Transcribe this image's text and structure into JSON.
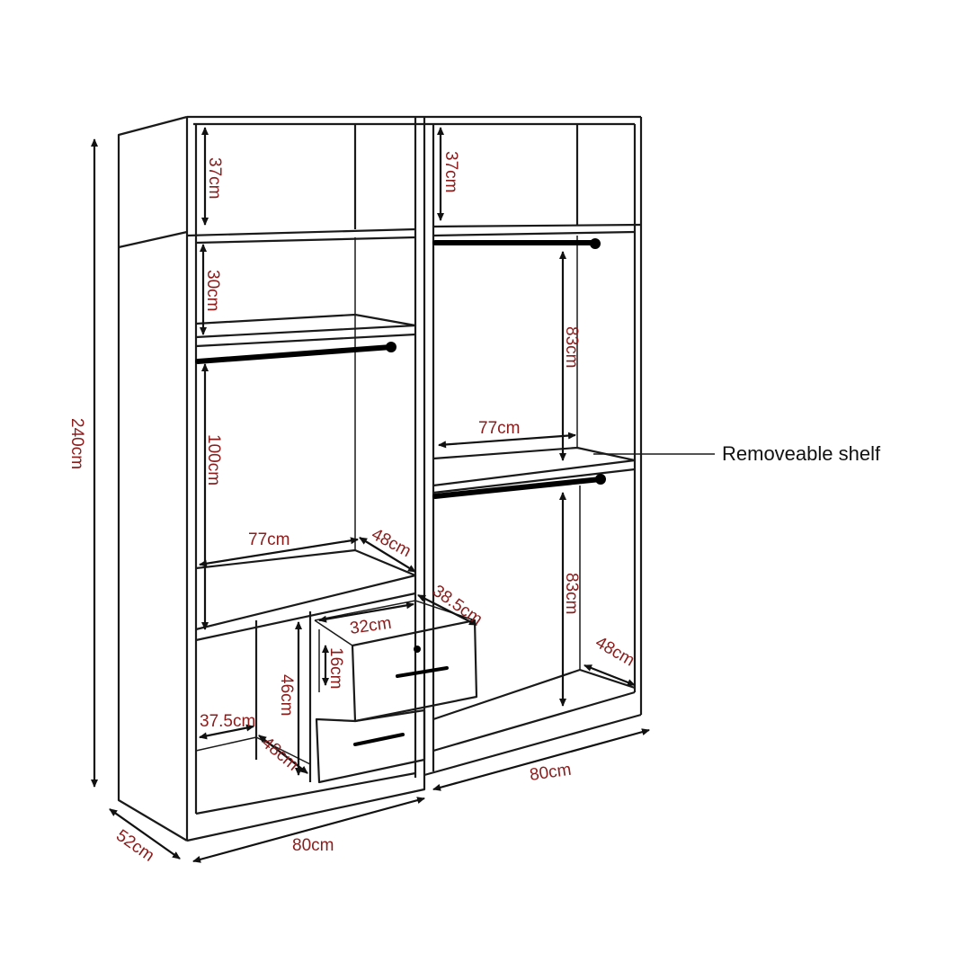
{
  "diagram": {
    "colors": {
      "dimension_text": "#8b1c1c",
      "lines": "#1a1a1a"
    },
    "labels": {
      "total_height": "240cm",
      "left_top_compartment": "37cm",
      "right_top_compartment": "37cm",
      "left_upper_shelf": "30cm",
      "left_hanging_height": "100cm",
      "left_shelf_width": "77cm",
      "left_shelf_depth": "48cm",
      "right_upper_hanging": "83cm",
      "right_shelf_width": "77cm",
      "right_lower_hanging": "83cm",
      "right_floor_depth": "48cm",
      "drawer_depth": "38.5cm",
      "drawer_width": "32cm",
      "drawer_height": "16cm",
      "lower_compartment_height": "46cm",
      "lower_compartment_width": "37.5cm",
      "lower_compartment_depth": "48cm",
      "left_unit_width": "80cm",
      "right_unit_width": "80cm",
      "total_depth": "52cm"
    },
    "callout": "Removeable shelf"
  }
}
